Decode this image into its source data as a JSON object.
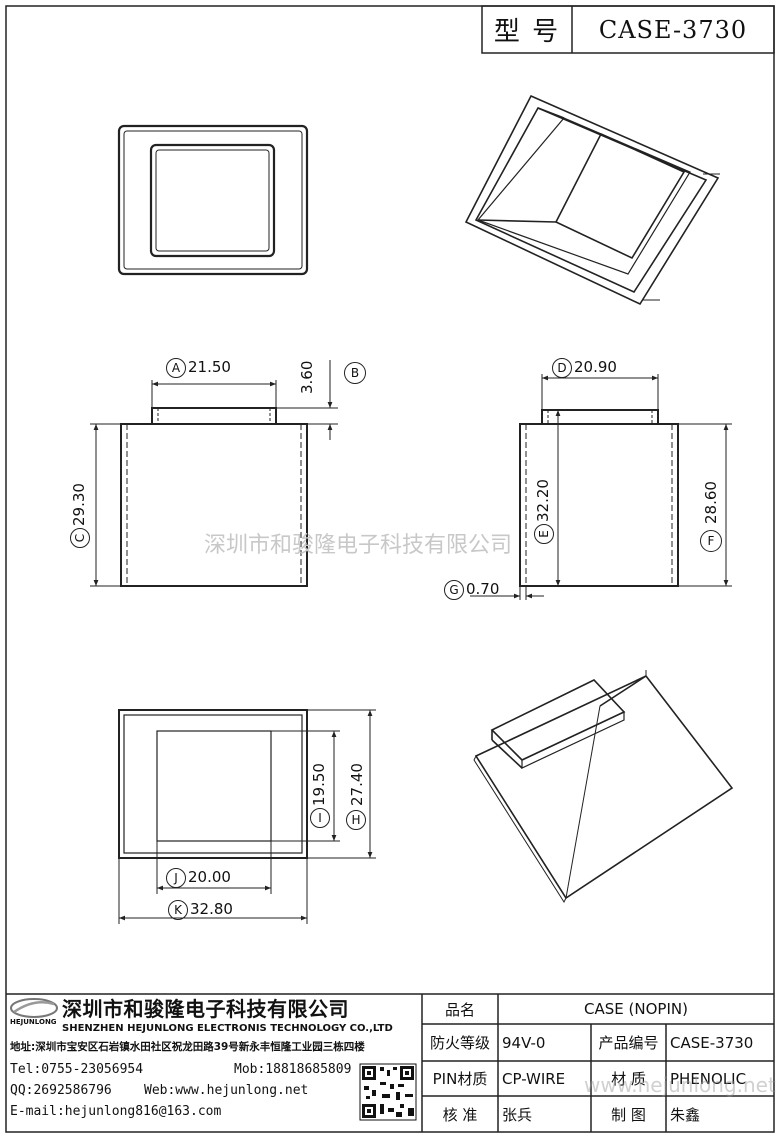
{
  "header": {
    "model_label": "型 号",
    "model_value": "CASE-3730"
  },
  "watermark": "深圳市和骏隆电子科技有限公司",
  "dimensions": {
    "A": {
      "letter": "A",
      "value": "21.50"
    },
    "B": {
      "letter": "B",
      "value": "3.60"
    },
    "C": {
      "letter": "C",
      "value": "29.30"
    },
    "D": {
      "letter": "D",
      "value": "20.90"
    },
    "E": {
      "letter": "E",
      "value": "32.20"
    },
    "F": {
      "letter": "F",
      "value": "28.60"
    },
    "G": {
      "letter": "G",
      "value": "0.70"
    },
    "H": {
      "letter": "H",
      "value": "27.40"
    },
    "I": {
      "letter": "I",
      "value": "19.50"
    },
    "J": {
      "letter": "J",
      "value": "20.00"
    },
    "K": {
      "letter": "K",
      "value": "32.80"
    }
  },
  "company": {
    "logo_text": "HEJUNLONG",
    "name_cn": "深圳市和骏隆电子科技有限公司",
    "name_en": "SHENZHEN HEJUNLONG ELECTRONIS TECHNOLOGY CO.,LTD",
    "address": "地址:深圳市宝安区石岩镇水田社区祝龙田路39号新永丰恒隆工业园三栋四楼",
    "tel": "Tel:0755-23056954",
    "mob": "Mob:18818685809",
    "qq": "QQ:2692586796",
    "web": "Web:www.hejunlong.net",
    "email": "E-mail:hejunlong816@163.com"
  },
  "spec": {
    "name_label": "品名",
    "name_value": "CASE (NOPIN)",
    "fire_label": "防火等级",
    "fire_value": "94V-0",
    "code_label": "产品编号",
    "code_value": "CASE-3730",
    "pin_label": "PIN材质",
    "pin_value": "CP-WIRE",
    "material_label": "材 质",
    "material_value": "PHENOLIC",
    "check_label": "核 准",
    "check_value": "张兵",
    "draw_label": "制 图",
    "draw_value": "朱鑫"
  },
  "web_watermark": "www.hejunlong.net"
}
